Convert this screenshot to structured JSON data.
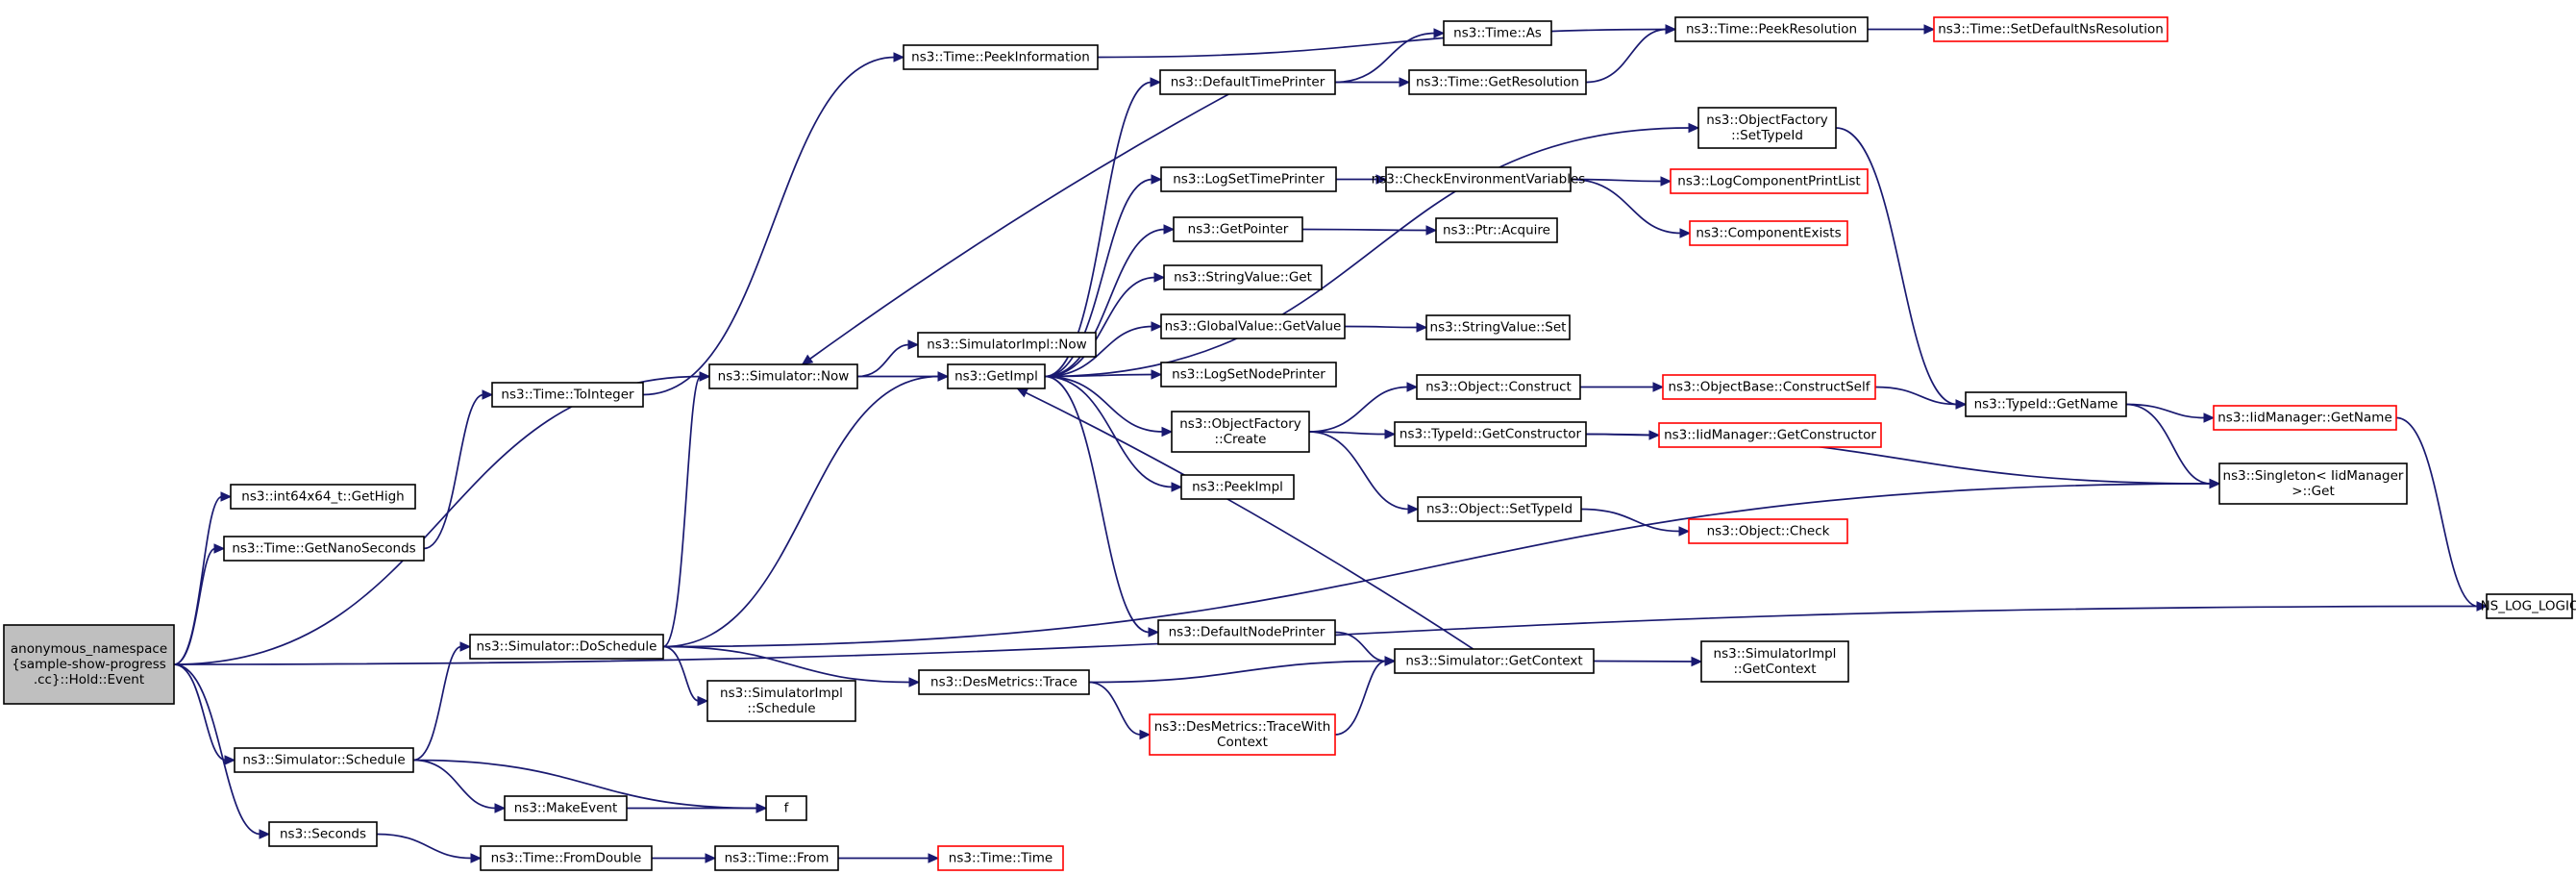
{
  "nodes": [
    {
      "id": "root",
      "lines": [
        "anonymous_namespace",
        "{sample-show-progress",
        ".cc}::Hold::Event"
      ],
      "style": "root"
    },
    {
      "id": "getHigh",
      "lines": [
        "ns3::int64x64_t::GetHigh"
      ],
      "style": "normal"
    },
    {
      "id": "getNanoSeconds",
      "lines": [
        "ns3::Time::GetNanoSeconds"
      ],
      "style": "normal"
    },
    {
      "id": "simNow",
      "lines": [
        "ns3::Simulator::Now"
      ],
      "style": "normal"
    },
    {
      "id": "doSchedule",
      "lines": [
        "ns3::Simulator::DoSchedule"
      ],
      "style": "normal"
    },
    {
      "id": "nsLogLogic",
      "lines": [
        "NS_LOG_LOGIC"
      ],
      "style": "normal"
    },
    {
      "id": "simSchedule",
      "lines": [
        "ns3::Simulator::Schedule"
      ],
      "style": "normal"
    },
    {
      "id": "seconds",
      "lines": [
        "ns3::Seconds"
      ],
      "style": "normal"
    },
    {
      "id": "toInteger",
      "lines": [
        "ns3::Time::ToInteger"
      ],
      "style": "normal"
    },
    {
      "id": "peekInformation",
      "lines": [
        "ns3::Time::PeekInformation"
      ],
      "style": "normal"
    },
    {
      "id": "peekResolution",
      "lines": [
        "ns3::Time::PeekResolution"
      ],
      "style": "normal"
    },
    {
      "id": "setDefaultNsRes",
      "lines": [
        "ns3::Time::SetDefaultNsResolution"
      ],
      "style": "red"
    },
    {
      "id": "simImplNow",
      "lines": [
        "ns3::SimulatorImpl::Now"
      ],
      "style": "normal"
    },
    {
      "id": "getImpl",
      "lines": [
        "ns3::GetImpl"
      ],
      "style": "normal"
    },
    {
      "id": "singletonGet",
      "lines": [
        "ns3::Singleton< IidManager",
        ">::Get"
      ],
      "style": "normal"
    },
    {
      "id": "simImplSchedule",
      "lines": [
        "ns3::SimulatorImpl",
        "::Schedule"
      ],
      "style": "normal"
    },
    {
      "id": "desTrace",
      "lines": [
        "ns3::DesMetrics::Trace"
      ],
      "style": "normal"
    },
    {
      "id": "makeEvent",
      "lines": [
        "ns3::MakeEvent"
      ],
      "style": "normal"
    },
    {
      "id": "f",
      "lines": [
        "f"
      ],
      "style": "normal"
    },
    {
      "id": "fromDouble",
      "lines": [
        "ns3::Time::FromDouble"
      ],
      "style": "normal"
    },
    {
      "id": "timeFrom",
      "lines": [
        "ns3::Time::From"
      ],
      "style": "normal"
    },
    {
      "id": "timeTime",
      "lines": [
        "ns3::Time::Time"
      ],
      "style": "red"
    },
    {
      "id": "defaultTimePrinter",
      "lines": [
        "ns3::DefaultTimePrinter"
      ],
      "style": "normal"
    },
    {
      "id": "timeAs",
      "lines": [
        "ns3::Time::As"
      ],
      "style": "normal"
    },
    {
      "id": "getResolution",
      "lines": [
        "ns3::Time::GetResolution"
      ],
      "style": "normal"
    },
    {
      "id": "ofSetTypeId",
      "lines": [
        "ns3::ObjectFactory",
        "::SetTypeId"
      ],
      "style": "normal"
    },
    {
      "id": "logSetTimePrinter",
      "lines": [
        "ns3::LogSetTimePrinter"
      ],
      "style": "normal"
    },
    {
      "id": "checkEnv",
      "lines": [
        "ns3::CheckEnvironmentVariables"
      ],
      "style": "normal"
    },
    {
      "id": "logCompPrintList",
      "lines": [
        "ns3::LogComponentPrintList"
      ],
      "style": "red"
    },
    {
      "id": "componentExists",
      "lines": [
        "ns3::ComponentExists"
      ],
      "style": "red"
    },
    {
      "id": "getPointer",
      "lines": [
        "ns3::GetPointer"
      ],
      "style": "normal"
    },
    {
      "id": "ptrAcquire",
      "lines": [
        "ns3::Ptr::Acquire"
      ],
      "style": "normal"
    },
    {
      "id": "stringValueGet",
      "lines": [
        "ns3::StringValue::Get"
      ],
      "style": "normal"
    },
    {
      "id": "gvGetValue",
      "lines": [
        "ns3::GlobalValue::GetValue"
      ],
      "style": "normal"
    },
    {
      "id": "stringValueSet",
      "lines": [
        "ns3::StringValue::Set"
      ],
      "style": "normal"
    },
    {
      "id": "logSetNodePrinter",
      "lines": [
        "ns3::LogSetNodePrinter"
      ],
      "style": "normal"
    },
    {
      "id": "ofCreate",
      "lines": [
        "ns3::ObjectFactory",
        "::Create"
      ],
      "style": "normal"
    },
    {
      "id": "objConstruct",
      "lines": [
        "ns3::Object::Construct"
      ],
      "style": "normal"
    },
    {
      "id": "obConstructSelf",
      "lines": [
        "ns3::ObjectBase::ConstructSelf"
      ],
      "style": "red"
    },
    {
      "id": "typeIdGetName",
      "lines": [
        "ns3::TypeId::GetName"
      ],
      "style": "normal"
    },
    {
      "id": "iidGetName",
      "lines": [
        "ns3::IidManager::GetName"
      ],
      "style": "red"
    },
    {
      "id": "typeIdGetCtor",
      "lines": [
        "ns3::TypeId::GetConstructor"
      ],
      "style": "normal"
    },
    {
      "id": "iidGetCtor",
      "lines": [
        "ns3::IidManager::GetConstructor"
      ],
      "style": "red"
    },
    {
      "id": "peekImpl",
      "lines": [
        "ns3::PeekImpl"
      ],
      "style": "normal"
    },
    {
      "id": "objSetTypeId",
      "lines": [
        "ns3::Object::SetTypeId"
      ],
      "style": "normal"
    },
    {
      "id": "objCheck",
      "lines": [
        "ns3::Object::Check"
      ],
      "style": "red"
    },
    {
      "id": "defaultNodePrinter",
      "lines": [
        "ns3::DefaultNodePrinter"
      ],
      "style": "normal"
    },
    {
      "id": "simGetContext",
      "lines": [
        "ns3::Simulator::GetContext"
      ],
      "style": "normal"
    },
    {
      "id": "simImplGetContext",
      "lines": [
        "ns3::SimulatorImpl",
        "::GetContext"
      ],
      "style": "normal"
    },
    {
      "id": "desTraceWith",
      "lines": [
        "ns3::DesMetrics::TraceWith",
        "Context"
      ],
      "style": "red"
    }
  ],
  "edges": [
    [
      "root",
      "getHigh"
    ],
    [
      "root",
      "getNanoSeconds"
    ],
    [
      "root",
      "simNow"
    ],
    [
      "root",
      "nsLogLogic"
    ],
    [
      "root",
      "simSchedule"
    ],
    [
      "root",
      "seconds"
    ],
    [
      "getNanoSeconds",
      "toInteger"
    ],
    [
      "toInteger",
      "peekInformation"
    ],
    [
      "peekInformation",
      "peekResolution"
    ],
    [
      "peekResolution",
      "setDefaultNsRes"
    ],
    [
      "simNow",
      "simImplNow"
    ],
    [
      "simNow",
      "getImpl"
    ],
    [
      "doSchedule",
      "simNow"
    ],
    [
      "doSchedule",
      "getImpl"
    ],
    [
      "doSchedule",
      "singletonGet"
    ],
    [
      "doSchedule",
      "simImplSchedule"
    ],
    [
      "doSchedule",
      "desTrace"
    ],
    [
      "simSchedule",
      "doSchedule"
    ],
    [
      "simSchedule",
      "makeEvent"
    ],
    [
      "simSchedule",
      "f"
    ],
    [
      "makeEvent",
      "f"
    ],
    [
      "seconds",
      "fromDouble"
    ],
    [
      "fromDouble",
      "timeFrom"
    ],
    [
      "timeFrom",
      "timeTime"
    ],
    [
      "getImpl",
      "defaultTimePrinter"
    ],
    [
      "getImpl",
      "ofSetTypeId"
    ],
    [
      "getImpl",
      "logSetTimePrinter"
    ],
    [
      "getImpl",
      "getPointer"
    ],
    [
      "getImpl",
      "stringValueGet"
    ],
    [
      "getImpl",
      "gvGetValue"
    ],
    [
      "getImpl",
      "logSetNodePrinter"
    ],
    [
      "getImpl",
      "ofCreate"
    ],
    [
      "getImpl",
      "peekImpl"
    ],
    [
      "getImpl",
      "defaultNodePrinter"
    ],
    [
      "defaultTimePrinter",
      "simNow"
    ],
    [
      "defaultTimePrinter",
      "timeAs"
    ],
    [
      "defaultTimePrinter",
      "getResolution"
    ],
    [
      "getResolution",
      "peekResolution"
    ],
    [
      "ofSetTypeId",
      "typeIdGetName"
    ],
    [
      "logSetTimePrinter",
      "checkEnv"
    ],
    [
      "checkEnv",
      "logCompPrintList"
    ],
    [
      "checkEnv",
      "componentExists"
    ],
    [
      "getPointer",
      "ptrAcquire"
    ],
    [
      "gvGetValue",
      "stringValueSet"
    ],
    [
      "ofCreate",
      "objConstruct"
    ],
    [
      "ofCreate",
      "typeIdGetCtor"
    ],
    [
      "ofCreate",
      "objSetTypeId"
    ],
    [
      "objConstruct",
      "obConstructSelf"
    ],
    [
      "obConstructSelf",
      "typeIdGetName"
    ],
    [
      "typeIdGetName",
      "iidGetName"
    ],
    [
      "typeIdGetName",
      "singletonGet"
    ],
    [
      "iidGetName",
      "nsLogLogic"
    ],
    [
      "typeIdGetCtor",
      "iidGetCtor"
    ],
    [
      "typeIdGetCtor",
      "singletonGet"
    ],
    [
      "objSetTypeId",
      "objCheck"
    ],
    [
      "defaultNodePrinter",
      "simGetContext"
    ],
    [
      "simGetContext",
      "getImpl"
    ],
    [
      "simGetContext",
      "simImplGetContext"
    ],
    [
      "desTrace",
      "simGetContext"
    ],
    [
      "desTrace",
      "desTraceWith"
    ],
    [
      "desTraceWith",
      "simGetContext"
    ]
  ]
}
